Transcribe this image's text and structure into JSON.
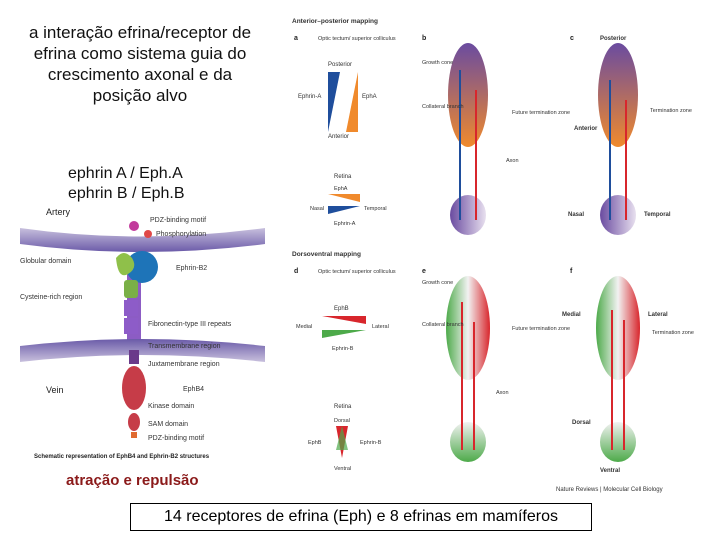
{
  "title": "a interação efrina/receptor de efrina como sistema guia do crescimento axonal e da posição alvo",
  "names": {
    "line1": "ephrin A / Eph.A",
    "line2": "ephrin B / Eph.B"
  },
  "attraction": "atração e repulsão",
  "footer": "14 receptores de efrina (Eph) e 8 efrinas em mamíferos",
  "credit": "Nature Reviews | Molecular Cell Biology",
  "structure": {
    "artery": "Artery",
    "vein": "Vein",
    "labels": [
      "PDZ-binding motif",
      "Phosphorylation",
      "Globular domain",
      "Ephrin-B2",
      "Cysteine-rich region",
      "Fibronectin-type III repeats",
      "Transmembrane region",
      "Juxtamembrane region",
      "EphB4",
      "Kinase domain",
      "SAM domain",
      "PDZ-binding motif"
    ],
    "caption": "Schematic representation of EphB4 and Ephrin-B2 structures"
  },
  "ap": {
    "heading": "Anterior–posterior mapping",
    "a": "a",
    "b": "b",
    "c": "c",
    "optic": "Optic tectum/ superior colliculus",
    "posterior": "Posterior",
    "anterior": "Anterior",
    "ephrinA": "Ephrin-A",
    "ephA": "EphA",
    "retina": "Retina",
    "ephA_r": "EphA",
    "nasal": "Nasal",
    "temporal": "Temporal",
    "ephrinA_r": "Ephrin-A",
    "growth": "Growth cone",
    "collateral": "Collateral branch",
    "future": "Future termination zone",
    "axon": "Axon",
    "c_posterior": "Posterior",
    "c_anterior": "Anterior",
    "termination": "Termination zone",
    "c_nasal": "Nasal",
    "c_temporal": "Temporal"
  },
  "dv": {
    "heading": "Dorsoventral mapping",
    "d": "d",
    "e": "e",
    "f": "f",
    "optic": "Optic tectum/ superior colliculus",
    "ephB": "EphB",
    "medial": "Medial",
    "lateral": "Lateral",
    "ephrinB": "Ephrin-B",
    "retina": "Retina",
    "dorsal": "Dorsal",
    "ventral": "Ventral",
    "ephB_r": "EphB",
    "ephrinB_r": "Ephrin-B",
    "growth": "Growth cone",
    "collateral": "Collateral branch",
    "future": "Future termination zone",
    "axon": "Axon",
    "f_medial": "Medial",
    "f_lateral": "Lateral",
    "termination": "Termination zone",
    "f_dorsal": "Dorsal",
    "f_ventral": "Ventral"
  },
  "colors": {
    "blue": "#1f4e9c",
    "orange": "#f08a2c",
    "purple": "#6a4ba0",
    "red": "#d8262c",
    "green": "#4daa4a"
  }
}
